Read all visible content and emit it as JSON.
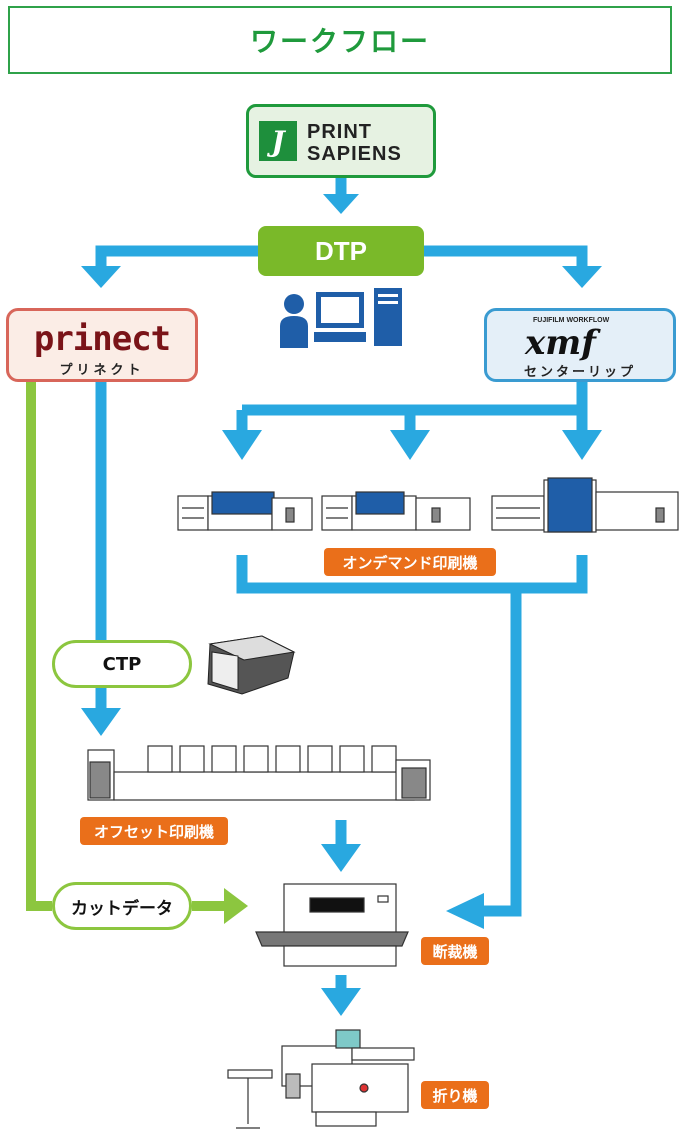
{
  "header": {
    "title": "ワークフロー"
  },
  "sapiens": {
    "mark": "J",
    "line1": "PRINT",
    "line2": "SAPIENS"
  },
  "dtp": {
    "label": "DTP"
  },
  "prinect": {
    "logo": "prinect",
    "sub": "プリネクト"
  },
  "xmf": {
    "brand": "FUJIFILM WORKFLOW",
    "logo": "xmf",
    "sub": "センターリップ"
  },
  "labels": {
    "ondemand": "オンデマンド印刷機",
    "offset": "オフセット印刷機",
    "cutter": "断裁機",
    "folder": "折り機"
  },
  "pills": {
    "ctp": "CTP",
    "cut_data": "カットデータ"
  },
  "colors": {
    "green_title": "#1f9a3c",
    "arrow_blue": "#29a8e0",
    "arrow_green": "#8cc63f",
    "dtp_green": "#7ab929",
    "tag_orange": "#ea6f1a",
    "prinect_red": "#d8665a",
    "xmf_blue": "#3a9bd1"
  }
}
